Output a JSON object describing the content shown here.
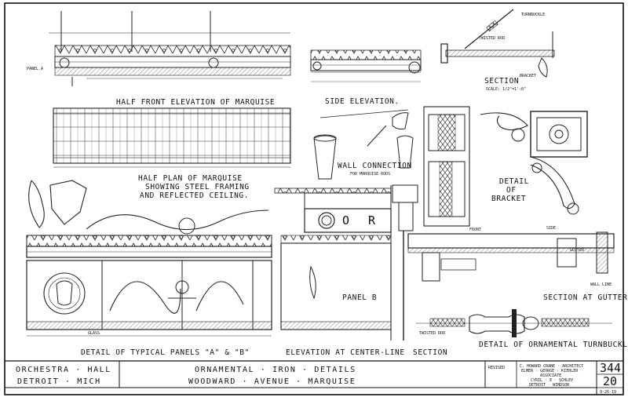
{
  "sheet": {
    "labels": {
      "half_front_elevation": "HALF FRONT ELEVATION OF MARQUISE",
      "half_plan_1": "HALF PLAN OF MARQUISE",
      "half_plan_2": "SHOWING STEEL FRAMING",
      "half_plan_3": "AND REFLECTED CEILING.",
      "side_elevation": "SIDE ELEVATION.",
      "section": "SECTION",
      "section_scale": "SCALE: 1/2\"=1'-0\"",
      "wall_connection_1": "WALL CONNECTION",
      "wall_connection_2": "FOR MARQUISE RODS",
      "detail_of_bracket_1": "DETAIL",
      "detail_of_bracket_2": "OF",
      "detail_of_bracket_3": "BRACKET",
      "detail_typical_panels": "DETAIL OF TYPICAL PANELS \"A\" & \"B\"",
      "elevation_center_line": "ELEVATION AT CENTER-LINE",
      "section_word": "SECTION",
      "section_at_gutter": "SECTION AT GUTTER",
      "detail_turnbuckle": "DETAIL OF ORNAMENTAL TURNBUCKLE",
      "front": "FRONT",
      "side": "SIDE",
      "panel_b": "PANEL B",
      "panel_a": "PANEL A",
      "letter_o": "O",
      "letter_r": "R",
      "gutter": "GUTTER",
      "wall_line": "WALL LINE",
      "twisted_rod": "TWISTED ROD",
      "turnbuckle": "TURNBUCKLE",
      "bracket": "BRACKET",
      "glass": "GLASS"
    },
    "title_block": {
      "client_line1": "ORCHESTRA · HALL",
      "client_line2": "DETROIT · MICH",
      "drawing_line1": "ORNAMENTAL · IRON · DETAILS",
      "drawing_line2": "WOODWARD · AVENUE · MARQUISE",
      "revised": "REVISED",
      "architect_1": "C. HOWARD CRANE · ARCHITECT",
      "architect_2": "ELMER · GEORGE · KIEHLER",
      "architect_3": "ASSOCIATE",
      "architect_4": "CYRIL · E · SCHLEY",
      "architect_5": "DETROIT · WINDSOR",
      "job_number": "344",
      "sheet_number": "20",
      "date": "9-26-19"
    }
  }
}
